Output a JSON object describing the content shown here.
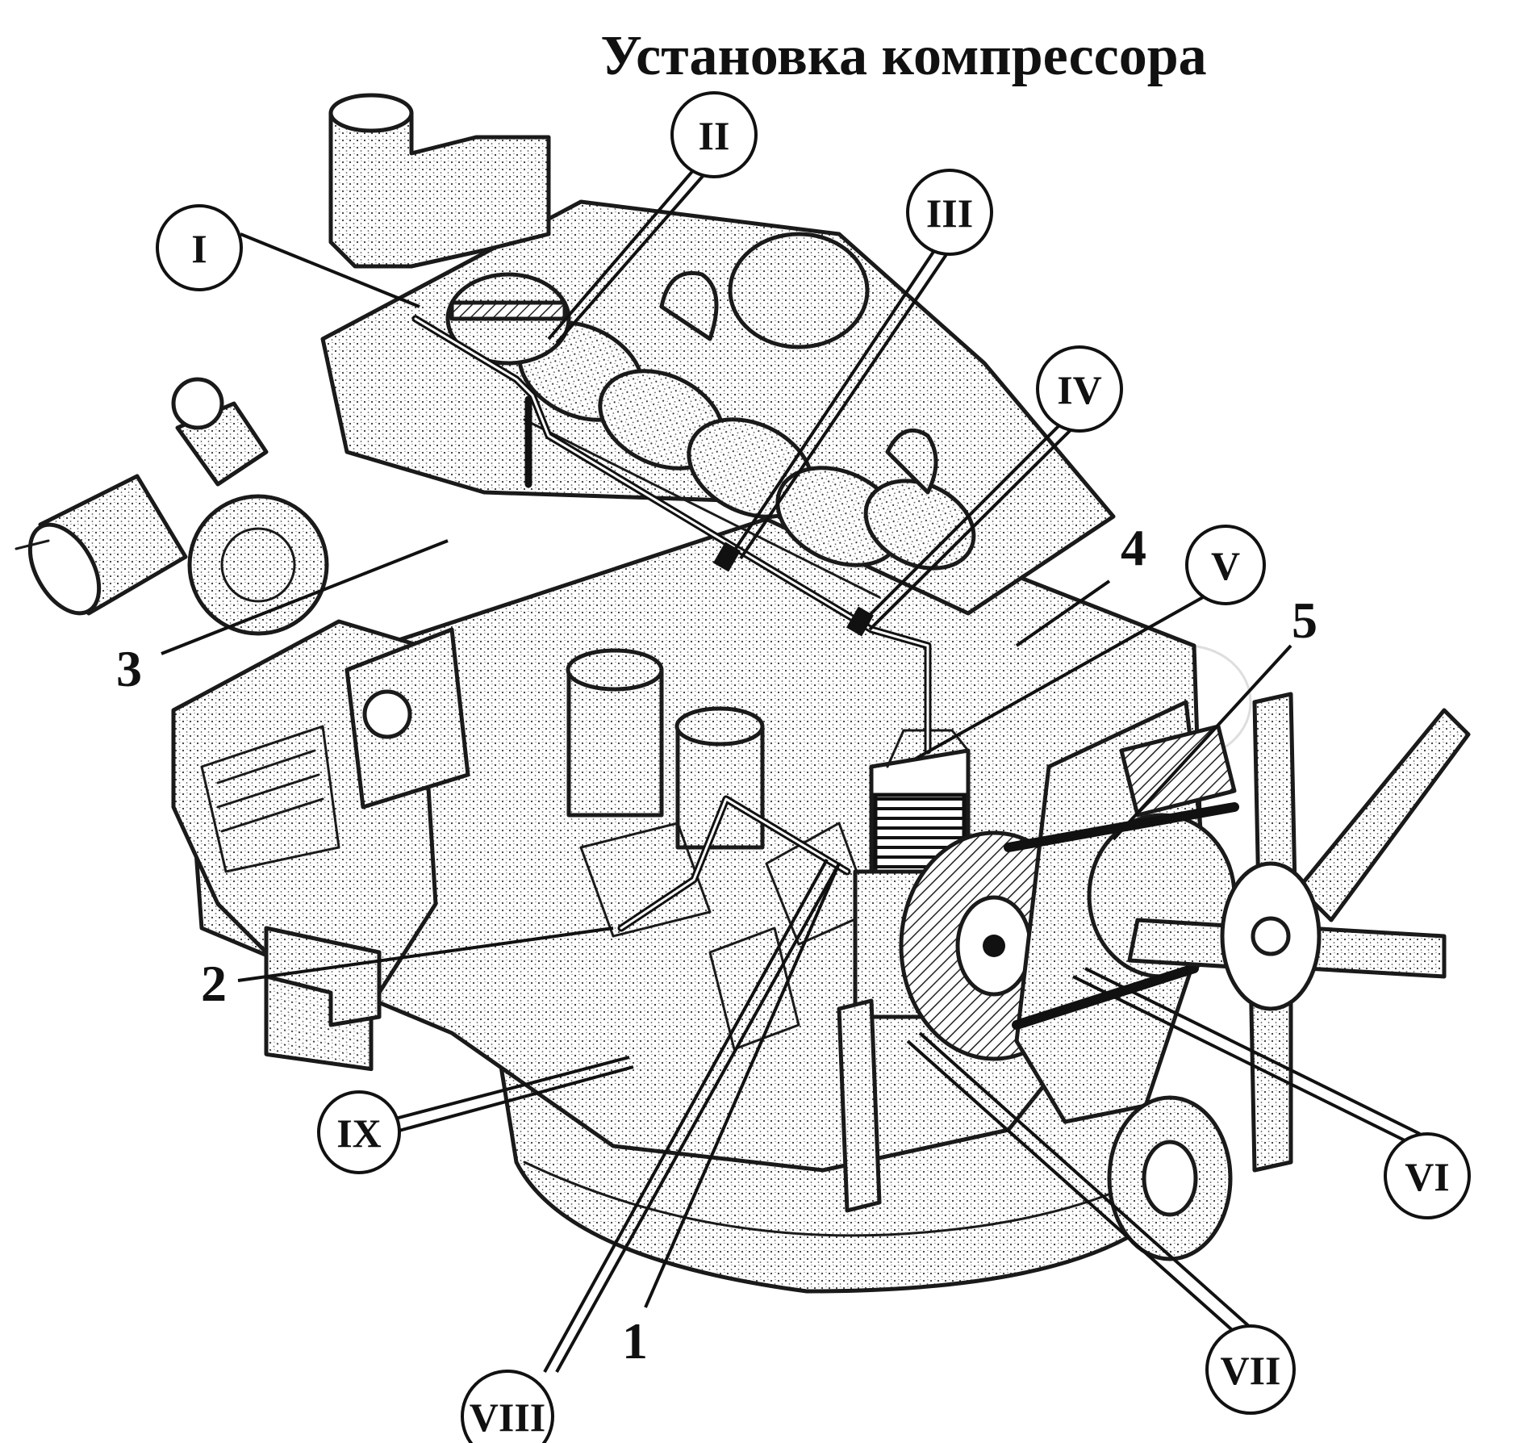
{
  "title": "Установка компрессора",
  "callouts": {
    "roman": [
      {
        "id": "I",
        "label": "I"
      },
      {
        "id": "II",
        "label": "II"
      },
      {
        "id": "III",
        "label": "III"
      },
      {
        "id": "IV",
        "label": "IV"
      },
      {
        "id": "V",
        "label": "V"
      },
      {
        "id": "VI",
        "label": "VI"
      },
      {
        "id": "VII",
        "label": "VII"
      },
      {
        "id": "VIII",
        "label": "VIII"
      },
      {
        "id": "IX",
        "label": "IX"
      }
    ],
    "numbered": [
      {
        "id": "1",
        "label": "1"
      },
      {
        "id": "2",
        "label": "2"
      },
      {
        "id": "3",
        "label": "3"
      },
      {
        "id": "4",
        "label": "4"
      },
      {
        "id": "5",
        "label": "5"
      }
    ]
  },
  "colors": {
    "ink": "#111111",
    "paper": "#ffffff",
    "watermark": "#c8c8c8"
  }
}
